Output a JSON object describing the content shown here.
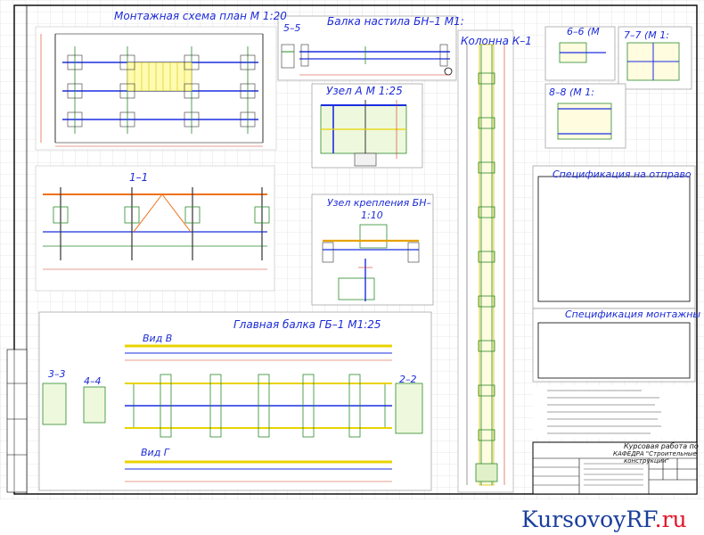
{
  "drawing": {
    "titles": {
      "plan": "Монтажная схема план М 1:20",
      "section55": "5–5",
      "beam_bn": "Балка настила БН–1 М1:",
      "column": "Колонна К–1",
      "section66": "6–6 (М",
      "section77": "7–7 (М 1:",
      "section88": "8–8 (М 1:",
      "node_a": "Узел А М 1:25",
      "section11": "1–1",
      "node_bn_1": "Узел крепления БН–",
      "node_bn_2": "1:10",
      "spec_ship": "Спецификация на отправо",
      "spec_mount": "Спецификация монтажны",
      "main_beam": "Главная балка ГБ–1 М1:25",
      "view_v": "Вид В",
      "view_g": "Вид Г",
      "section33": "3–3",
      "section44": "4–4",
      "section22": "2–2"
    },
    "stamp": {
      "line1": "Курсовая работа по",
      "line2": "КАФЕДРА \"Строительные",
      "line3": "конструкции\""
    }
  },
  "brand": {
    "name": "KursovoyRF",
    "tld": ".ru"
  }
}
